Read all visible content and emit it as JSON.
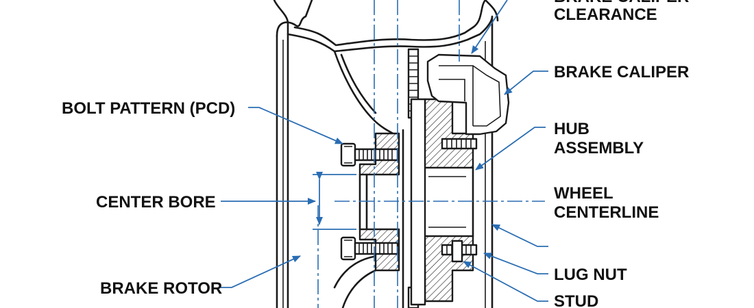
{
  "labels": {
    "caliper_clearance_line1": "BRAKE CALIPER",
    "caliper_clearance_line2": "CLEARANCE",
    "brake_caliper": "BRAKE CALIPER",
    "bolt_pattern": "BOLT PATTERN (PCD)",
    "hub_assembly_line1": "HUB",
    "hub_assembly_line2": "ASSEMBLY",
    "center_bore": "CENTER BORE",
    "wheel_centerline_line1": "WHEEL",
    "wheel_centerline_line2": "CENTERLINE",
    "lug_nut": "LUG NUT",
    "brake_rotor": "BRAKE ROTOR",
    "stud": "STUD"
  },
  "colors": {
    "outline": "#1a1a1a",
    "leader": "#2a6db3",
    "text": "#111111",
    "background": "#ffffff"
  }
}
